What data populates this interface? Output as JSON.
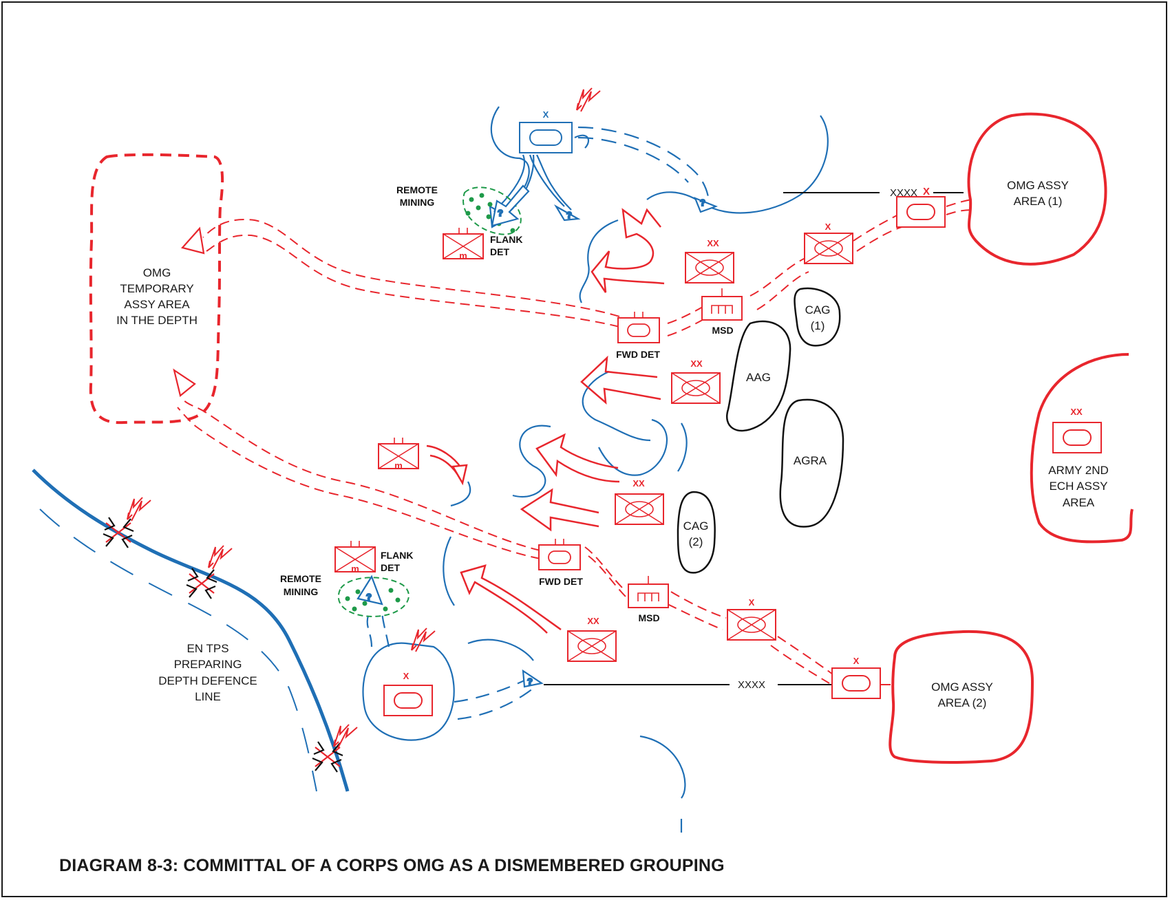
{
  "caption": "DIAGRAM 8-3:  COMMITTAL OF A CORPS OMG AS A DISMEMBERED GROUPING",
  "colors": {
    "friendly": "#e8262d",
    "enemy": "#1f6fb5",
    "support": "#1a1a1a",
    "mining": "#1e9a49"
  },
  "labels": {
    "omg_temp": [
      "OMG",
      "TEMPORARY",
      "ASSY AREA",
      "IN THE DEPTH"
    ],
    "omg_assy_1": [
      "OMG ASSY",
      "AREA (1)"
    ],
    "omg_assy_2": [
      "OMG ASSY",
      "AREA (2)"
    ],
    "army_2nd": [
      "ARMY 2ND",
      "ECH ASSY",
      "AREA"
    ],
    "en_tps": [
      "EN TPS",
      "PREPARING",
      "DEPTH DEFENCE",
      "LINE"
    ],
    "remote_mining": [
      "REMOTE",
      "MINING"
    ],
    "flank_det": [
      "FLANK",
      "DET"
    ],
    "fwd_det": "FWD DET",
    "msd": "MSD",
    "cag1": [
      "CAG",
      "(1)"
    ],
    "cag2": [
      "CAG",
      "(2)"
    ],
    "aag": "AAG",
    "agra": "AGRA",
    "boundary": "XXXX",
    "echelon_x": "X",
    "echelon_xx": "XX",
    "mine_m": "m",
    "unknown": "?"
  }
}
